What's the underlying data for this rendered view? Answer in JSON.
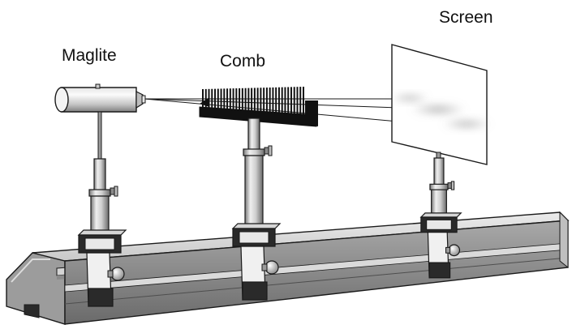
{
  "labels": {
    "maglite": "Maglite",
    "comb": "Comb",
    "screen": "Screen"
  },
  "colors": {
    "outline": "#1a1a1a",
    "metal_light": "#f2f2f2",
    "metal_mid": "#bdbdbd",
    "metal_dark": "#6e6e6e",
    "comb": "#111111",
    "projection": "#9a9a9a",
    "background": "#ffffff"
  }
}
